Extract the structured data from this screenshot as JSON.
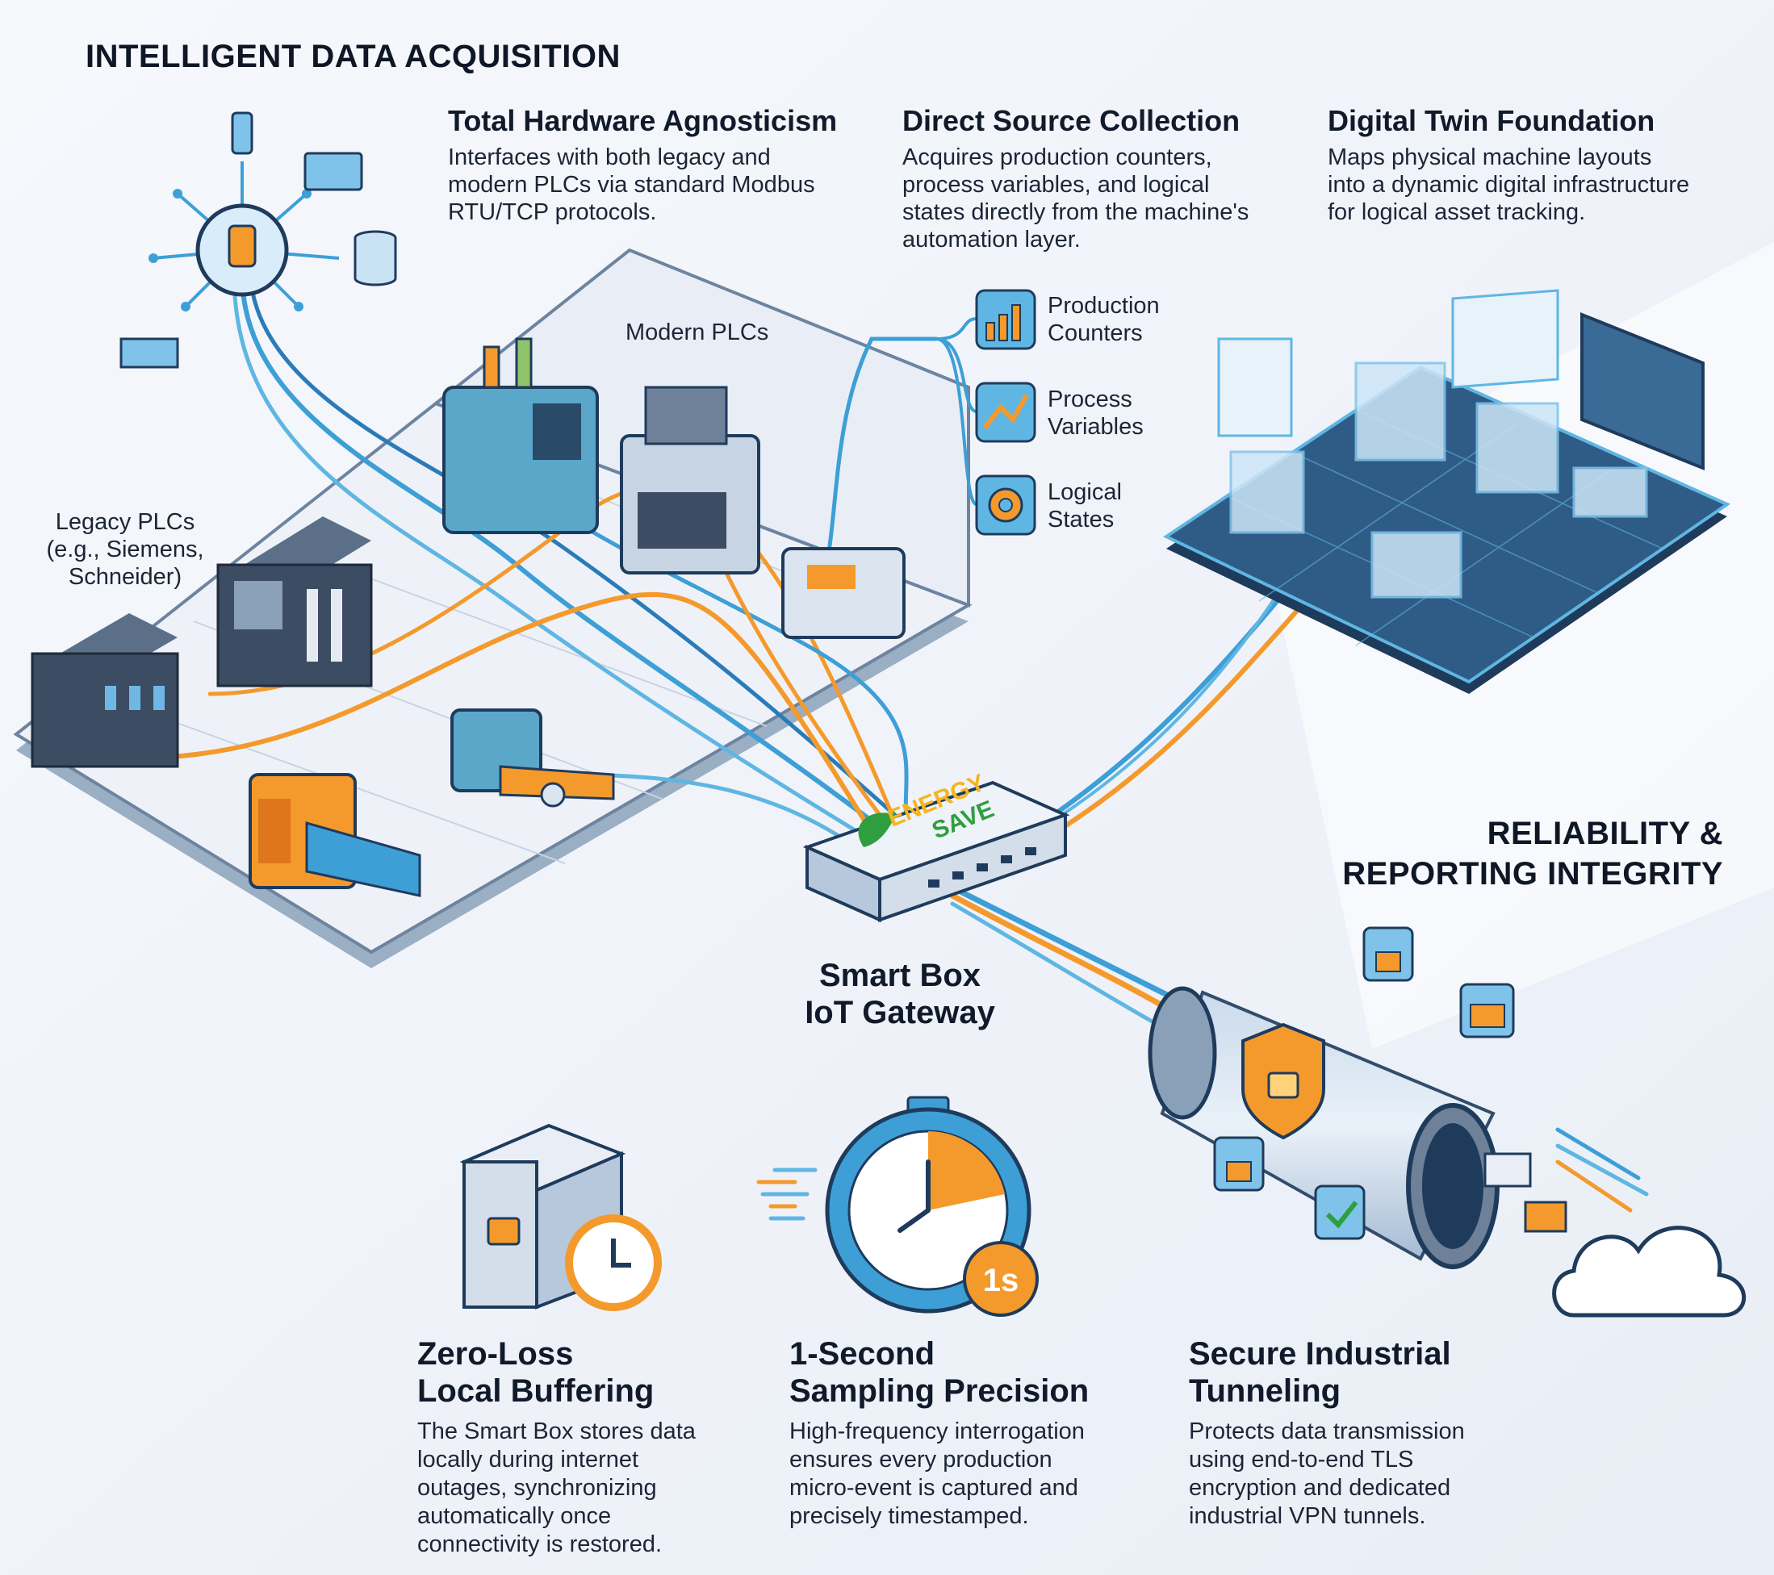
{
  "acquisition": {
    "section_title": "INTELLIGENT DATA ACQUISITION",
    "features": [
      {
        "title": "Total Hardware Agnosticism",
        "lines": [
          "Interfaces with both legacy and",
          "modern PLCs via standard Modbus",
          "RTU/TCP protocols."
        ]
      },
      {
        "title": "Direct Source Collection",
        "lines": [
          "Acquires production counters,",
          "process variables, and logical",
          "states directly from the machine's",
          "automation layer."
        ]
      },
      {
        "title": "Digital Twin Foundation",
        "lines": [
          "Maps physical machine layouts",
          "into a dynamic digital infrastructure",
          "for logical asset tracking."
        ]
      }
    ]
  },
  "labels": {
    "modern_plcs": "Modern PLCs",
    "legacy_plcs": [
      "Legacy PLCs",
      "(e.g., Siemens,",
      "Schneider)"
    ]
  },
  "data_types": [
    {
      "lines": [
        "Production",
        "Counters"
      ],
      "icon": "bar-chart-icon"
    },
    {
      "lines": [
        "Process",
        "Variables"
      ],
      "icon": "trend-line-icon"
    },
    {
      "lines": [
        "Logical",
        "States"
      ],
      "icon": "gear-icon"
    }
  ],
  "gateway": {
    "lines": [
      "Smart Box",
      "IoT Gateway"
    ],
    "brand_lines": [
      "ENERGY",
      "SAVE"
    ],
    "brand_colors": {
      "energy": "#f5b51f",
      "save": "#2e9e3f"
    }
  },
  "reliability": {
    "section_title_lines": [
      "RELIABILITY &",
      "REPORTING INTEGRITY"
    ],
    "features": [
      {
        "title_lines": [
          "Zero-Loss",
          "Local Buffering"
        ],
        "lines": [
          "The Smart Box stores data",
          "locally during internet",
          "outages, synchronizing",
          "automatically once",
          "connectivity is restored."
        ]
      },
      {
        "title_lines": [
          "1-Second",
          "Sampling Precision"
        ],
        "lines": [
          "High-frequency interrogation",
          "ensures every production",
          "micro-event is captured and",
          "precisely timestamped."
        ]
      },
      {
        "title_lines": [
          "Secure Industrial",
          "Tunneling"
        ],
        "lines": [
          "Protects data transmission",
          "using end-to-end TLS",
          "encryption and dedicated",
          "industrial VPN tunnels."
        ]
      }
    ]
  },
  "stopwatch_badge": "1s",
  "colors": {
    "accent_blue": "#3d9fd6",
    "accent_orange": "#f49a2c",
    "dark_navy": "#1f3b5c"
  }
}
